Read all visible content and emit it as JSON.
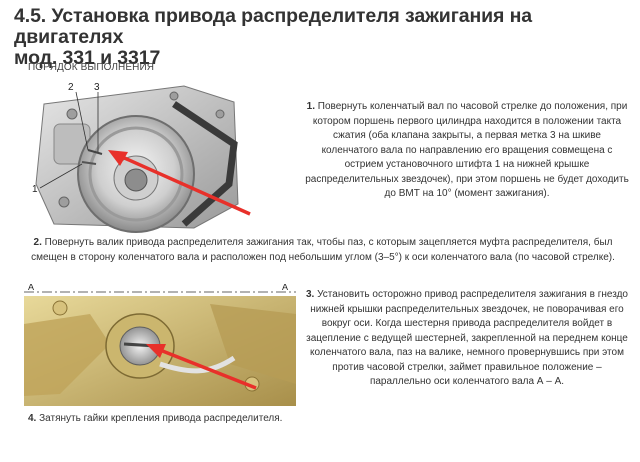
{
  "doc": {
    "title_line1": "4.5. Установка привода распределителя зажигания на двигателях",
    "title_line2": "мод. 331 и 3317",
    "subtitle": "ПОРЯДОК ВЫПОЛНЕНИЯ"
  },
  "fig1": {
    "label_2": "2",
    "label_3": "3",
    "label_1": "1"
  },
  "fig2": {
    "label_a_left": "А",
    "label_a_right": "А"
  },
  "steps": [
    {
      "num": "1.",
      "text": "Повернуть коленчатый вал по часовой стрелке до положения, при котором поршень первого цилиндра находится в положении такта сжатия (оба клапана закрыты, а первая метка 3 на шкиве коленчатого вала по направлению его вращения совмещена с острием установочного штифта 1 на нижней крышке распределительных звездочек), при этом поршень не будет доходить до ВМТ на 10° (момент зажигания)."
    },
    {
      "num": "2.",
      "text": "Повернуть валик привода распределителя зажигания так, чтобы паз, с которым зацепляется муфта распределителя, был смещен в сторону коленчатого вала и расположен под небольшим углом (3–5°) к оси коленчатого вала (по часовой стрелке)."
    },
    {
      "num": "3.",
      "text": "Установить осторожно привод распределителя зажигания в гнездо нижней крышки распределительных звездочек, не поворачивая его вокруг оси. Когда шестерня привода распределителя войдет в зацепление с ведущей шестерней, закрепленной на переднем конце коленчатого вала, паз на валике, немного провернувшись при этом против часовой стрелки, займет правильное положение – параллельно оси коленчатого вала А – А."
    },
    {
      "num": "4.",
      "text": "Затянуть гайки крепления привода распределителя."
    }
  ],
  "colors": {
    "arrow": "#e8302a",
    "metal_light": "#dcdcdc",
    "metal_dark": "#6e6e6e",
    "brass": "#c9b26a"
  }
}
